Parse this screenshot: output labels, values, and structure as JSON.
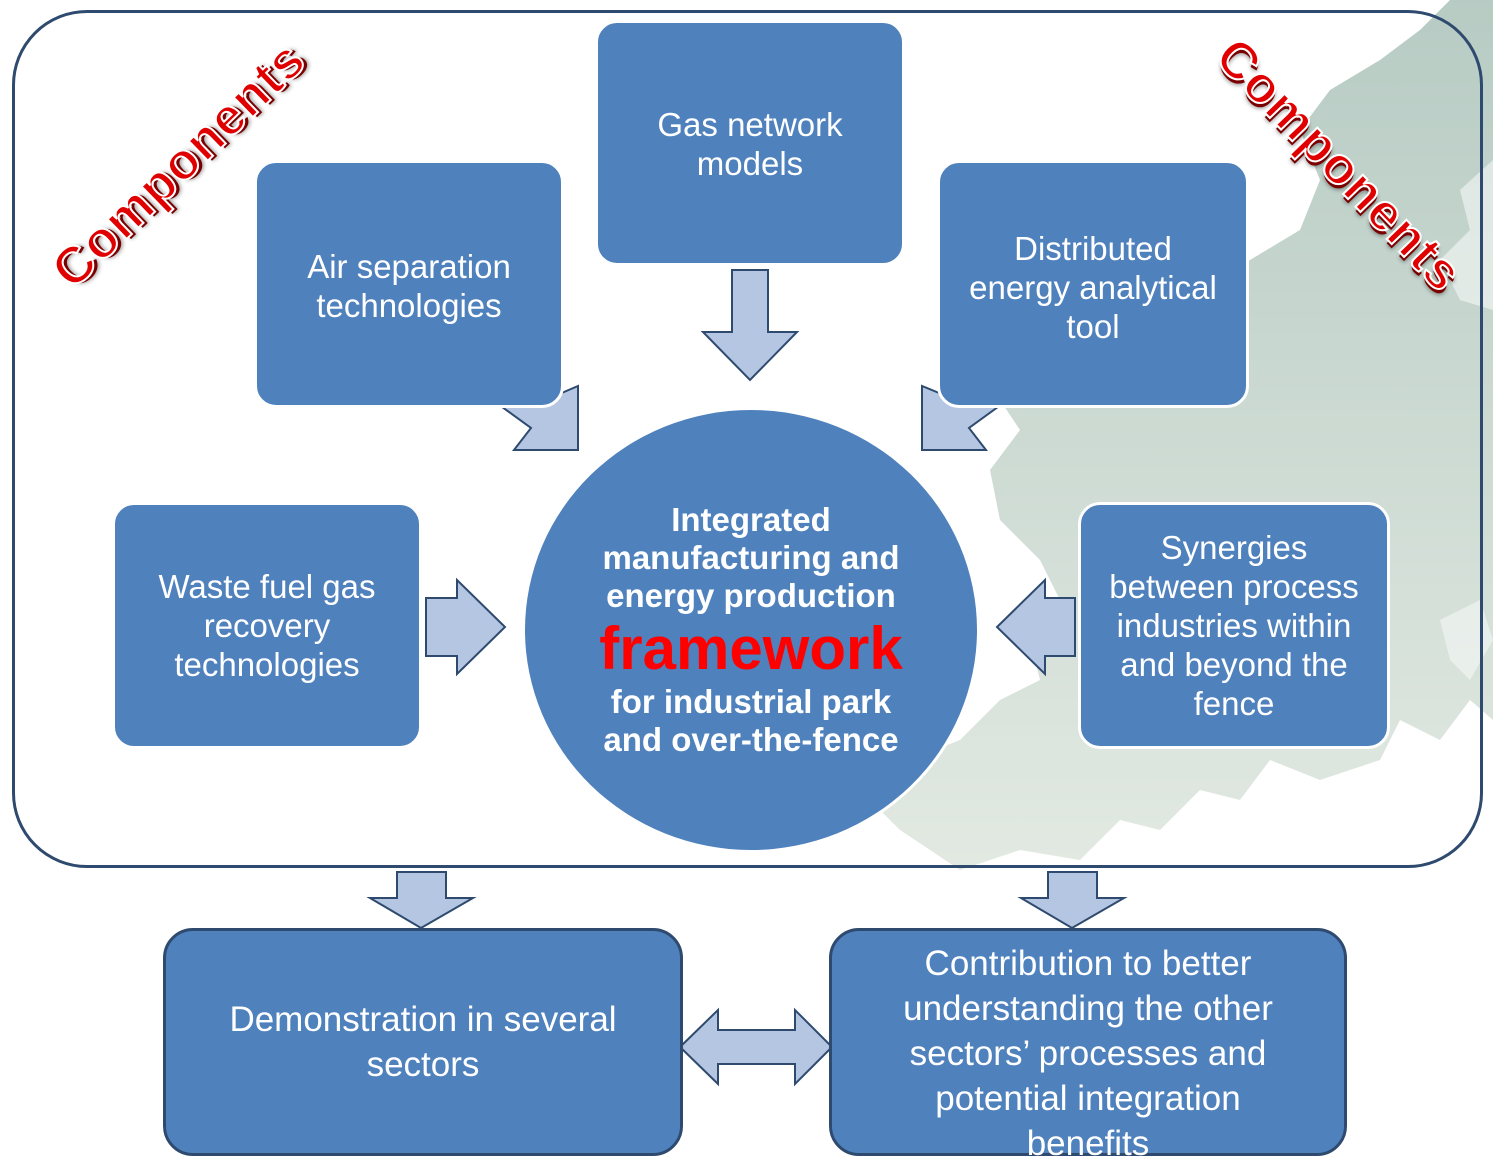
{
  "labels": {
    "components_left": "Components",
    "components_right": "Components"
  },
  "boxes": {
    "gas_network": [
      "Gas network",
      "models"
    ],
    "air_separation": [
      "Air separation",
      "technologies"
    ],
    "distributed_energy": [
      "Distributed",
      "energy analytical",
      "tool"
    ],
    "waste_fuel": [
      "Waste fuel gas",
      "recovery",
      "technologies"
    ],
    "synergies": [
      "Synergies",
      "between process",
      "industries within",
      "and beyond the",
      "fence"
    ],
    "demonstration": [
      "Demonstration in several",
      "sectors"
    ],
    "contribution": [
      "Contribution to better",
      "understanding the other",
      "sectors’ processes and",
      "potential integration",
      "benefits"
    ]
  },
  "center": {
    "top": "Integrated manufacturing and energy production",
    "highlight": "framework",
    "bottom": "for industrial park and over-the-fence"
  },
  "colors": {
    "box_fill": "#4f81bd",
    "frame_stroke": "#2e4a6e",
    "arrow_fill": "#b4c6e2",
    "highlight": "#ff0000"
  }
}
